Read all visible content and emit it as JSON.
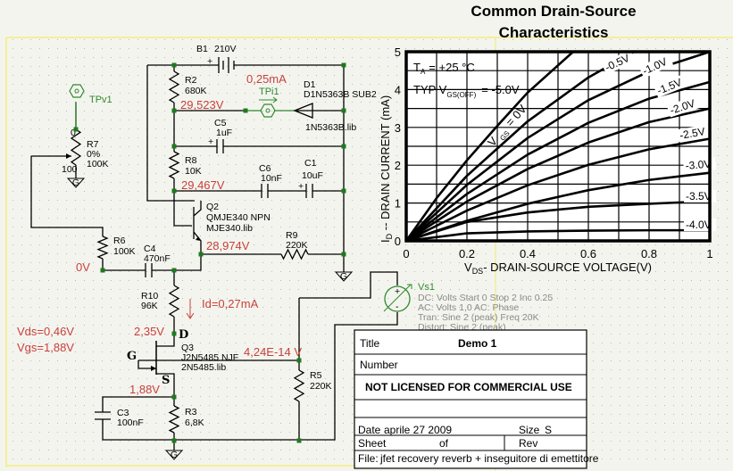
{
  "header": {
    "title_line1": "Common Drain-Source",
    "title_line2": "Characteristics"
  },
  "chart_data": {
    "type": "line",
    "title": "Common Drain-Source Characteristics",
    "xlabel_prefix": "V",
    "xlabel_sub": "DS",
    "xlabel": "-  DRAIN-SOURCE VOLTAGE(V)",
    "ylabel_prefix": "I",
    "ylabel_sub": "D",
    "ylabel": " -- DRAIN CURRENT (mA)",
    "xlim": [
      0,
      1
    ],
    "ylim": [
      0,
      5
    ],
    "grid": true,
    "xticks": [
      "0",
      "0.2",
      "0.4",
      "0.6",
      "0.8",
      "1"
    ],
    "yticks": [
      "0",
      "1",
      "2",
      "3",
      "4",
      "5"
    ],
    "annotations": {
      "ta": "T",
      "ta_sub": "A",
      "ta_value": "= +25 °C",
      "typ": "TYP   V",
      "typ_sub": "GS(OFF)",
      "typ_value": "= -5.0V",
      "vgs": "V",
      "vgs_sub": "GS",
      "vgs_value": "= 0V"
    },
    "series": [
      {
        "name": "0V",
        "label": "",
        "points": [
          [
            0,
            0
          ],
          [
            0.1,
            1.13
          ],
          [
            0.2,
            2.13
          ],
          [
            0.3,
            3.04
          ],
          [
            0.4,
            3.92
          ],
          [
            0.55,
            5.0
          ]
        ]
      },
      {
        "name": "-0.5V",
        "label": "-0.5V",
        "points": [
          [
            0,
            0
          ],
          [
            0.2,
            1.72
          ],
          [
            0.4,
            3.16
          ],
          [
            0.6,
            4.32
          ],
          [
            0.75,
            5.0
          ]
        ]
      },
      {
        "name": "-1.0V",
        "label": "-1.0V",
        "points": [
          [
            0,
            0
          ],
          [
            0.2,
            1.48
          ],
          [
            0.4,
            2.72
          ],
          [
            0.6,
            3.72
          ],
          [
            0.8,
            4.48
          ],
          [
            1,
            5.0
          ]
        ]
      },
      {
        "name": "-1.5V",
        "label": "-1.5V",
        "points": [
          [
            0,
            0
          ],
          [
            0.2,
            1.24
          ],
          [
            0.4,
            2.28
          ],
          [
            0.6,
            3.12
          ],
          [
            0.8,
            3.76
          ],
          [
            1,
            4.2
          ]
        ]
      },
      {
        "name": "-2.0V",
        "label": "-2.0V",
        "points": [
          [
            0,
            0
          ],
          [
            0.2,
            1.04
          ],
          [
            0.4,
            1.9
          ],
          [
            0.6,
            2.6
          ],
          [
            0.8,
            3.14
          ],
          [
            1,
            3.5
          ]
        ]
      },
      {
        "name": "-2.5V",
        "label": "-2.5V",
        "points": [
          [
            0,
            0
          ],
          [
            0.2,
            0.8
          ],
          [
            0.4,
            1.47
          ],
          [
            0.6,
            2.01
          ],
          [
            0.8,
            2.42
          ],
          [
            1,
            2.7
          ]
        ]
      },
      {
        "name": "-3.0V",
        "label": "-3.0V",
        "points": [
          [
            0,
            0
          ],
          [
            0.2,
            0.53
          ],
          [
            0.4,
            0.98
          ],
          [
            0.6,
            1.34
          ],
          [
            0.8,
            1.61
          ],
          [
            1,
            1.8
          ]
        ]
      },
      {
        "name": "-3.5V",
        "label": "-3.5V",
        "points": [
          [
            0,
            0
          ],
          [
            0.2,
            0.5
          ],
          [
            0.4,
            0.75
          ],
          [
            0.6,
            0.9
          ],
          [
            0.8,
            0.98
          ],
          [
            1,
            1.05
          ]
        ]
      },
      {
        "name": "-4.0V",
        "label": "-4.0V",
        "points": [
          [
            0,
            0
          ],
          [
            0.2,
            0.2
          ],
          [
            0.4,
            0.25
          ],
          [
            0.6,
            0.27
          ],
          [
            0.8,
            0.28
          ],
          [
            1,
            0.28
          ]
        ]
      }
    ]
  },
  "schematic": {
    "b1": {
      "name": "B1",
      "value": "210V",
      "plus": "+"
    },
    "r2": {
      "name": "R2",
      "value": "680K"
    },
    "r8": {
      "name": "R8",
      "value": "10K"
    },
    "r7": {
      "name": "R7",
      "value": "100K",
      "pct": "0%",
      "top": "0",
      "bottom": "100"
    },
    "r6": {
      "name": "R6",
      "value": "100K"
    },
    "r9": {
      "name": "R9",
      "value": "220K"
    },
    "r10": {
      "name": "R10",
      "value": "96K"
    },
    "r5": {
      "name": "R5",
      "value": "220K"
    },
    "r3": {
      "name": "R3",
      "value": "6,8K"
    },
    "c5": {
      "name": "C5",
      "value": "1uF",
      "plus": "+"
    },
    "c6": {
      "name": "C6",
      "value": "10nF"
    },
    "c1": {
      "name": "C1",
      "value": "10uF",
      "plus": "+"
    },
    "c4": {
      "name": "C4",
      "value": "470nF"
    },
    "c3": {
      "name": "C3",
      "value": "100nF"
    },
    "d1": {
      "name": "D1",
      "model": "D1N5363B  SUB2",
      "lib": "1N5363B.lib"
    },
    "q2": {
      "name": "Q2",
      "model": "QMJE340  NPN",
      "lib": "MJE340.lib"
    },
    "q3": {
      "name": "Q3",
      "model": "J2N5485  NJF",
      "lib": "2N5485.lib",
      "d": "D",
      "g": "G",
      "s": "S"
    },
    "tpv1": "TPv1",
    "tpi1": "TPi1",
    "ground": "G",
    "vs1": {
      "name": "Vs1",
      "dc": "DC: Volts  Start 0 Stop 2 Inc 0.25",
      "ac": "AC: Volts  1,0  AC: Phase",
      "tran": "Tran: Sine  2 (peak)  Freq 20K",
      "distort": "Distort: Sine  2 (peak)",
      "plus": "+",
      "minus": "-"
    },
    "readings": {
      "i_d1": "0,25mA",
      "v_r2": "29,523V",
      "v_r8": "29,467V",
      "v_emit": "28,974V",
      "v_in": "0V",
      "id": "Id=0,27mA",
      "vd": "2,35V",
      "vs": "1,88V",
      "vg": "4,24E-14 V",
      "vds": "Vds=0,46V",
      "vgs": "Vgs=1,88V"
    },
    "title_block": {
      "title_label": "Title",
      "title": "Demo 1",
      "number_label": "Number",
      "license": "NOT LICENSED FOR COMMERCIAL USE",
      "date_label": "Date",
      "date": "aprile 27 2009",
      "size_label": "Size",
      "size": "S",
      "sheet_label": "Sheet",
      "of_label": "of",
      "rev_label": "Rev",
      "file_label": "File:",
      "file": "jfet recovery reverb + inseguitore di emettitore"
    }
  }
}
